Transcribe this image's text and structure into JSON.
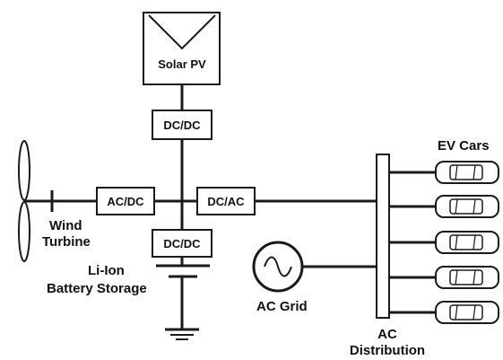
{
  "solar": {
    "label": "Solar PV"
  },
  "converters": {
    "solar_dcdc": "DC/DC",
    "wind_acdc": "AC/DC",
    "grid_dcac": "DC/AC",
    "battery_dcdc": "DC/DC"
  },
  "wind": {
    "line1": "Wind",
    "line2": "Turbine"
  },
  "battery": {
    "line1": "Li-Ion",
    "line2": "Battery Storage"
  },
  "grid": {
    "label": "AC Grid"
  },
  "distribution": {
    "line1": "AC",
    "line2": "Distribution"
  },
  "ev": {
    "title": "EV Cars",
    "count": 5
  }
}
